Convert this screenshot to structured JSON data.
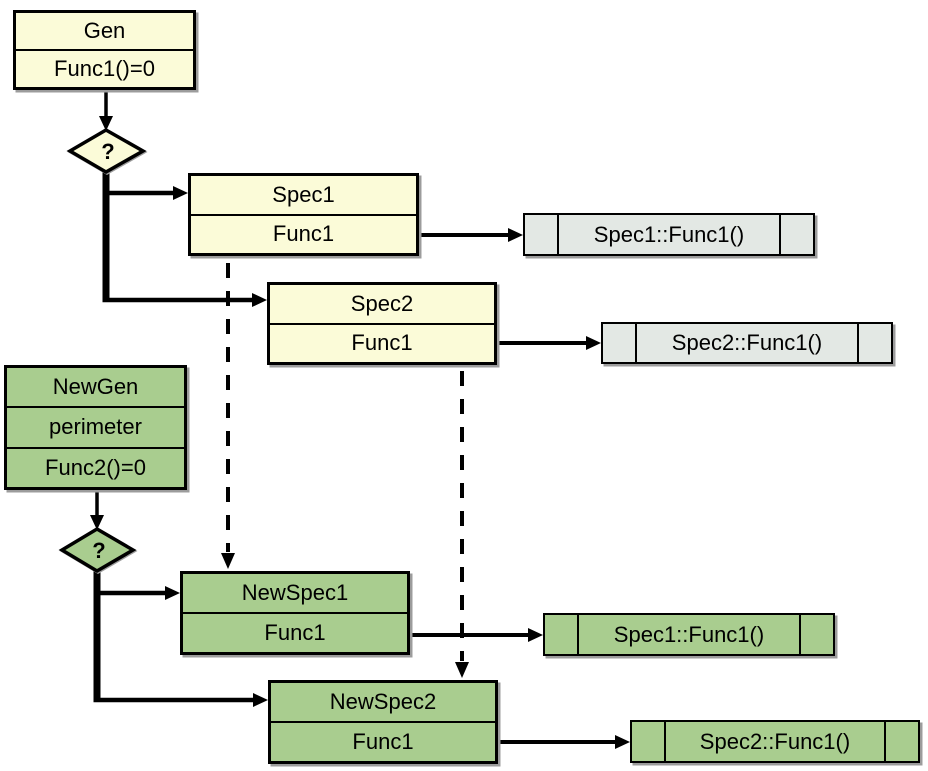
{
  "colors": {
    "yellow": "#FBFBD8",
    "green": "#A9CD8F",
    "gray": "#E3E8E4",
    "line": "#000000",
    "shadow": "#9C9C9C",
    "background": "#FFFFFF"
  },
  "classes": {
    "gen": {
      "title": "Gen",
      "member1": "Func1()=0"
    },
    "spec1": {
      "title": "Spec1",
      "member1": "Func1"
    },
    "spec2": {
      "title": "Spec2",
      "member1": "Func1"
    },
    "newgen": {
      "title": "NewGen",
      "member1": "perimeter",
      "member2": "Func2()=0"
    },
    "newspec1": {
      "title": "NewSpec1",
      "member1": "Func1"
    },
    "newspec2": {
      "title": "NewSpec2",
      "member1": "Func1"
    }
  },
  "decisions": {
    "d1": {
      "label": "?"
    },
    "d2": {
      "label": "?"
    }
  },
  "methods": {
    "gray_spec1": {
      "label": "Spec1::Func1()"
    },
    "gray_spec2": {
      "label": "Spec2::Func1()"
    },
    "green_spec1": {
      "label": "Spec1::Func1()"
    },
    "green_spec2": {
      "label": "Spec2::Func1()"
    }
  }
}
